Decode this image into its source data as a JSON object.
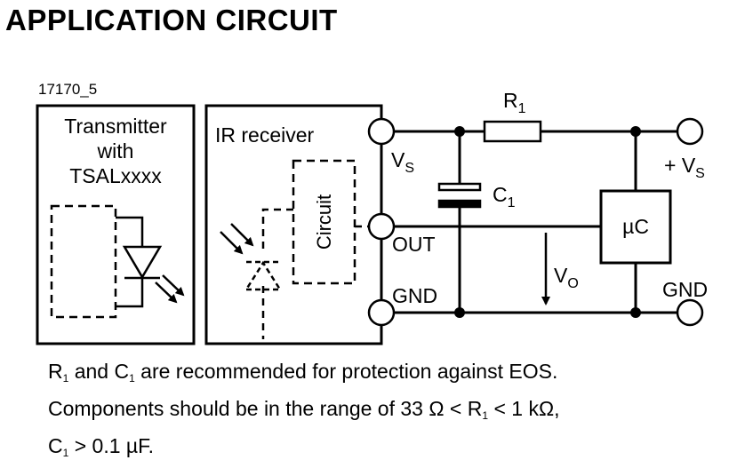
{
  "heading": "APPLICATION CIRCUIT",
  "figure_id": "17170_5",
  "transmitter": {
    "line1": "Transmitter",
    "line2": "with",
    "line3": "TSALxxxx"
  },
  "receiver": {
    "label": "IR receiver",
    "circuit_label": "Circuit"
  },
  "pins": {
    "vs": "V",
    "vs_sub": "S",
    "out": "OUT",
    "gnd": "GND"
  },
  "components": {
    "r1": "R",
    "r1_sub": "1",
    "c1": "C",
    "c1_sub": "1",
    "uc": "µC",
    "vo": "V",
    "vo_sub": "O",
    "plus_vs": "+ V",
    "plus_vs_sub": "S",
    "gnd_right": "GND"
  },
  "notes": {
    "l1_r": "R",
    "l1_r_sub": "1",
    "l1_and": " and C",
    "l1_c_sub": "1",
    "l1_rest": " are recommended for protection against EOS.",
    "l2_text": "Components should be in the range of 33 Ω < R",
    "l2_sub": "1",
    "l2_rest": " < 1 kΩ,",
    "l3_c": "C",
    "l3_sub": "1",
    "l3_rest": " > 0.1 µF."
  }
}
